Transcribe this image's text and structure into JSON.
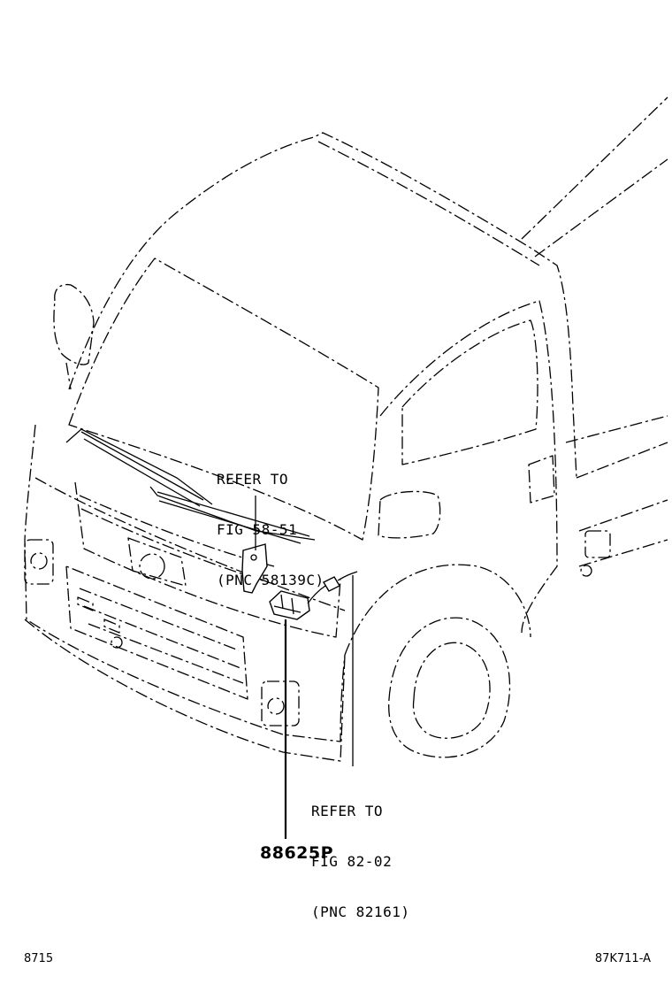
{
  "callouts": {
    "wiper": {
      "line1": "REFER TO",
      "line2": "FIG 58-51",
      "line3": "(PNC 58139C)"
    },
    "wire": {
      "line1": "REFER TO",
      "line2": "FIG 82-02",
      "line3": "(PNC 82161)"
    }
  },
  "part_number": "88625P",
  "footer": {
    "left_code": "8715",
    "right_code": "87K711-A"
  }
}
